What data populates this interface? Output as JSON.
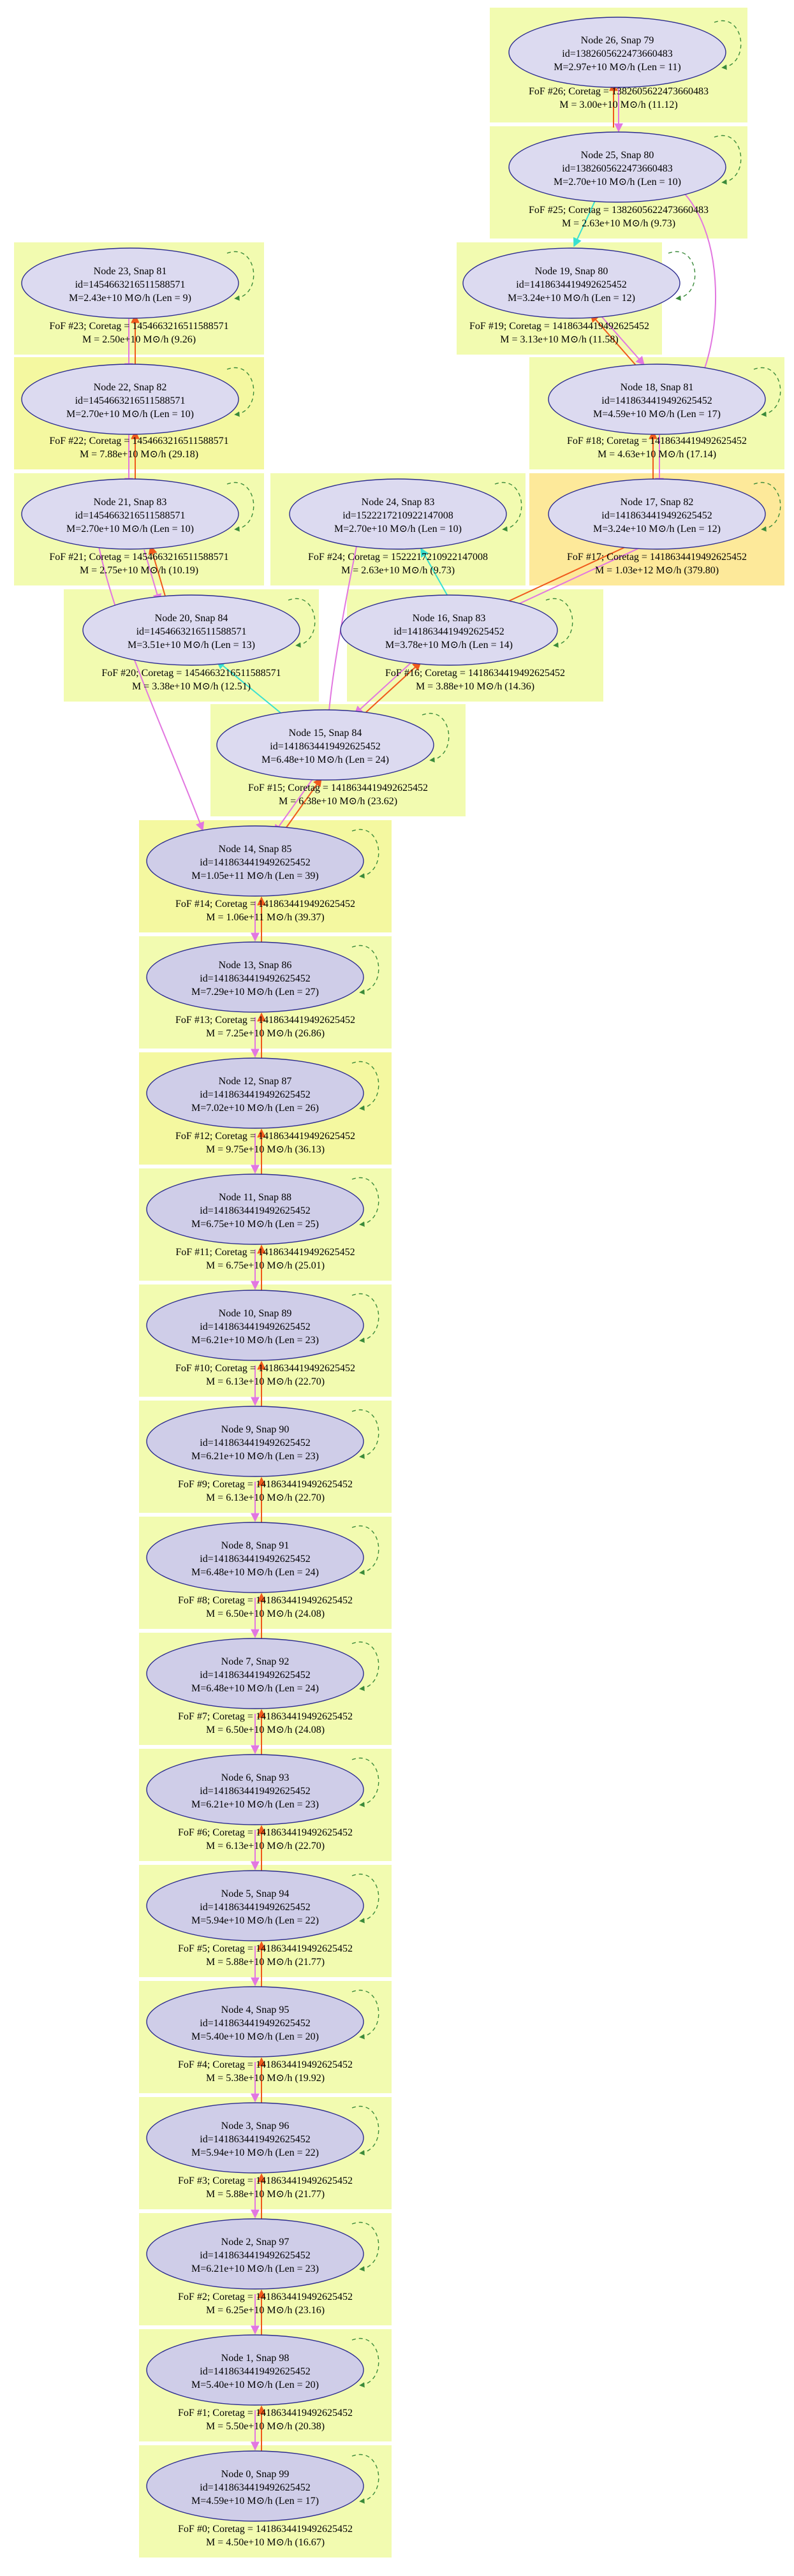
{
  "colors": {
    "box_light": "#f2fbb0",
    "box_medium": "#f4f8a0",
    "box_amber": "#fde99a",
    "ellipse_fill": "#dcdaf0",
    "ellipse_fill_dark": "#cfcde8",
    "ellipse_stroke": "#2b2b8f",
    "edge_orange": "#f05a1c",
    "edge_violet": "#e277e0",
    "edge_cyan": "#39e0d0",
    "self_loop": "#3a8a3a"
  },
  "groups": [
    {
      "fof": "FoF #26; Coretag = 1382605622473660483",
      "m": "M = 3.00e+10 M⊙/h (11.12)"
    },
    {
      "fof": "FoF #25; Coretag = 1382605622473660483",
      "m": "M = 2.63e+10 M⊙/h (9.73)"
    },
    {
      "fof": "FoF #19; Coretag = 1418634419492625452",
      "m": "M = 3.13e+10 M⊙/h (11.58)"
    },
    {
      "fof": "FoF #18; Coretag = 1418634419492625452",
      "m": "M = 4.63e+10 M⊙/h (17.14)"
    },
    {
      "fof": "FoF #17; Coretag = 1418634419492625452",
      "m": "M = 1.03e+12 M⊙/h (379.80)"
    },
    {
      "fof": "FoF #23; Coretag = 1454663216511588571",
      "m": "M = 2.50e+10 M⊙/h (9.26)"
    },
    {
      "fof": "FoF #22; Coretag = 1454663216511588571",
      "m": "M = 7.88e+10 M⊙/h (29.18)"
    },
    {
      "fof": "FoF #21; Coretag = 1454663216511588571",
      "m": "M = 2.75e+10 M⊙/h (10.19)"
    },
    {
      "fof": "FoF #24; Coretag = 1522217210922147008",
      "m": "M = 2.63e+10 M⊙/h (9.73)"
    },
    {
      "fof": "FoF #20; Coretag = 1454663216511588571",
      "m": "M = 3.38e+10 M⊙/h (12.51)"
    },
    {
      "fof": "FoF #16; Coretag = 1418634419492625452",
      "m": "M = 3.88e+10 M⊙/h (14.36)"
    },
    {
      "fof": "FoF #15; Coretag = 1418634419492625452",
      "m": "M = 6.38e+10 M⊙/h (23.62)"
    },
    {
      "fof": "FoF #14; Coretag = 1418634419492625452",
      "m": "M = 1.06e+11 M⊙/h (39.37)"
    },
    {
      "fof": "FoF #13; Coretag = 1418634419492625452",
      "m": "M = 7.25e+10 M⊙/h (26.86)"
    },
    {
      "fof": "FoF #12; Coretag = 1418634419492625452",
      "m": "M = 9.75e+10 M⊙/h (36.13)"
    },
    {
      "fof": "FoF #11; Coretag = 1418634419492625452",
      "m": "M = 6.75e+10 M⊙/h (25.01)"
    },
    {
      "fof": "FoF #10; Coretag = 1418634419492625452",
      "m": "M = 6.13e+10 M⊙/h (22.70)"
    },
    {
      "fof": "FoF #9; Coretag = 1418634419492625452",
      "m": "M = 6.13e+10 M⊙/h (22.70)"
    },
    {
      "fof": "FoF #8; Coretag = 1418634419492625452",
      "m": "M = 6.50e+10 M⊙/h (24.08)"
    },
    {
      "fof": "FoF #7; Coretag = 1418634419492625452",
      "m": "M = 6.50e+10 M⊙/h (24.08)"
    },
    {
      "fof": "FoF #6; Coretag = 1418634419492625452",
      "m": "M = 6.13e+10 M⊙/h (22.70)"
    },
    {
      "fof": "FoF #5; Coretag = 1418634419492625452",
      "m": "M = 5.88e+10 M⊙/h (21.77)"
    },
    {
      "fof": "FoF #4; Coretag = 1418634419492625452",
      "m": "M = 5.38e+10 M⊙/h (19.92)"
    },
    {
      "fof": "FoF #3; Coretag = 1418634419492625452",
      "m": "M = 5.88e+10 M⊙/h (21.77)"
    },
    {
      "fof": "FoF #2; Coretag = 1418634419492625452",
      "m": "M = 6.25e+10 M⊙/h (23.16)"
    },
    {
      "fof": "FoF #1; Coretag = 1418634419492625452",
      "m": "M = 5.50e+10 M⊙/h (20.38)"
    },
    {
      "fof": "FoF #0; Coretag = 1418634419492625452",
      "m": "M = 4.50e+10 M⊙/h (16.67)"
    }
  ],
  "nodes": [
    {
      "id": "n26",
      "l1": "Node 26, Snap 79",
      "l2": "id=1382605622473660483",
      "l3": "M=2.97e+10 M⊙/h (Len = 11)"
    },
    {
      "id": "n25",
      "l1": "Node 25, Snap 80",
      "l2": "id=1382605622473660483",
      "l3": "M=2.70e+10 M⊙/h (Len = 10)"
    },
    {
      "id": "n19",
      "l1": "Node 19, Snap 80",
      "l2": "id=1418634419492625452",
      "l3": "M=3.24e+10 M⊙/h (Len = 12)"
    },
    {
      "id": "n18",
      "l1": "Node 18, Snap 81",
      "l2": "id=1418634419492625452",
      "l3": "M=4.59e+10 M⊙/h (Len = 17)"
    },
    {
      "id": "n17",
      "l1": "Node 17, Snap 82",
      "l2": "id=1418634419492625452",
      "l3": "M=3.24e+10 M⊙/h (Len = 12)"
    },
    {
      "id": "n23",
      "l1": "Node 23, Snap 81",
      "l2": "id=1454663216511588571",
      "l3": "M=2.43e+10 M⊙/h (Len = 9)"
    },
    {
      "id": "n22",
      "l1": "Node 22, Snap 82",
      "l2": "id=1454663216511588571",
      "l3": "M=2.70e+10 M⊙/h (Len = 10)"
    },
    {
      "id": "n21",
      "l1": "Node 21, Snap 83",
      "l2": "id=1454663216511588571",
      "l3": "M=2.70e+10 M⊙/h (Len = 10)"
    },
    {
      "id": "n24",
      "l1": "Node 24, Snap 83",
      "l2": "id=1522217210922147008",
      "l3": "M=2.70e+10 M⊙/h (Len = 10)"
    },
    {
      "id": "n20",
      "l1": "Node 20, Snap 84",
      "l2": "id=1454663216511588571",
      "l3": "M=3.51e+10 M⊙/h (Len = 13)"
    },
    {
      "id": "n16",
      "l1": "Node 16, Snap 83",
      "l2": "id=1418634419492625452",
      "l3": "M=3.78e+10 M⊙/h (Len = 14)"
    },
    {
      "id": "n15",
      "l1": "Node 15, Snap 84",
      "l2": "id=1418634419492625452",
      "l3": "M=6.48e+10 M⊙/h (Len = 24)"
    },
    {
      "id": "n14",
      "l1": "Node 14, Snap 85",
      "l2": "id=1418634419492625452",
      "l3": "M=1.05e+11 M⊙/h (Len = 39)"
    },
    {
      "id": "n13",
      "l1": "Node 13, Snap 86",
      "l2": "id=1418634419492625452",
      "l3": "M=7.29e+10 M⊙/h (Len = 27)"
    },
    {
      "id": "n12",
      "l1": "Node 12, Snap 87",
      "l2": "id=1418634419492625452",
      "l3": "M=7.02e+10 M⊙/h (Len = 26)"
    },
    {
      "id": "n11",
      "l1": "Node 11, Snap 88",
      "l2": "id=1418634419492625452",
      "l3": "M=6.75e+10 M⊙/h (Len = 25)"
    },
    {
      "id": "n10",
      "l1": "Node 10, Snap 89",
      "l2": "id=1418634419492625452",
      "l3": "M=6.21e+10 M⊙/h (Len = 23)"
    },
    {
      "id": "n9",
      "l1": "Node 9, Snap 90",
      "l2": "id=1418634419492625452",
      "l3": "M=6.21e+10 M⊙/h (Len = 23)"
    },
    {
      "id": "n8",
      "l1": "Node 8, Snap 91",
      "l2": "id=1418634419492625452",
      "l3": "M=6.48e+10 M⊙/h (Len = 24)"
    },
    {
      "id": "n7",
      "l1": "Node 7, Snap 92",
      "l2": "id=1418634419492625452",
      "l3": "M=6.48e+10 M⊙/h (Len = 24)"
    },
    {
      "id": "n6",
      "l1": "Node 6, Snap 93",
      "l2": "id=1418634419492625452",
      "l3": "M=6.21e+10 M⊙/h (Len = 23)"
    },
    {
      "id": "n5",
      "l1": "Node 5, Snap 94",
      "l2": "id=1418634419492625452",
      "l3": "M=5.94e+10 M⊙/h (Len = 22)"
    },
    {
      "id": "n4",
      "l1": "Node 4, Snap 95",
      "l2": "id=1418634419492625452",
      "l3": "M=5.40e+10 M⊙/h (Len = 20)"
    },
    {
      "id": "n3",
      "l1": "Node 3, Snap 96",
      "l2": "id=1418634419492625452",
      "l3": "M=5.94e+10 M⊙/h (Len = 22)"
    },
    {
      "id": "n2",
      "l1": "Node 2, Snap 97",
      "l2": "id=1418634419492625452",
      "l3": "M=6.21e+10 M⊙/h (Len = 23)"
    },
    {
      "id": "n1",
      "l1": "Node 1, Snap 98",
      "l2": "id=1418634419492625452",
      "l3": "M=5.40e+10 M⊙/h (Len = 20)"
    },
    {
      "id": "n0",
      "l1": "Node 0, Snap 99",
      "l2": "id=1418634419492625452",
      "l3": "M=4.59e+10 M⊙/h (Len = 17)"
    }
  ]
}
